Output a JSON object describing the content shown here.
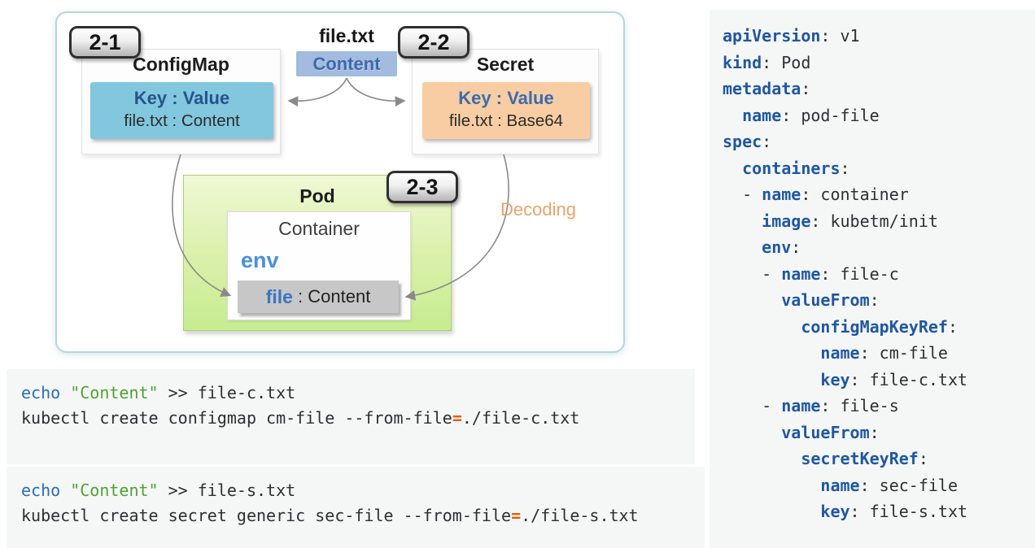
{
  "diagram": {
    "badge_21": "2-1",
    "badge_22": "2-2",
    "badge_23": "2-3",
    "file_label": "file.txt",
    "content_ribbon": "Content",
    "configmap": {
      "title": "ConfigMap",
      "row1": "Key : Value",
      "row2": "file.txt : Content"
    },
    "secret": {
      "title": "Secret",
      "row1": "Key : Value",
      "row2": "file.txt : Base64"
    },
    "pod": {
      "title": "Pod",
      "container_title": "Container",
      "env_label": "env",
      "file_key": "file",
      "file_rest": " : Content"
    },
    "decoding_label": "Decoding"
  },
  "shell_blocks": [
    {
      "lines": [
        [
          {
            "t": "echo",
            "c": "kw"
          },
          {
            "t": " ",
            "c": "plain"
          },
          {
            "t": "\"Content\"",
            "c": "str"
          },
          {
            "t": " >> file-c.txt",
            "c": "plain"
          }
        ],
        [
          {
            "t": "kubectl create configmap cm-file --from-file",
            "c": "plain"
          },
          {
            "t": "=",
            "c": "op"
          },
          {
            "t": "./file-c.txt",
            "c": "plain"
          }
        ]
      ]
    },
    {
      "lines": [
        [
          {
            "t": "echo",
            "c": "kw"
          },
          {
            "t": " ",
            "c": "plain"
          },
          {
            "t": "\"Content\"",
            "c": "str"
          },
          {
            "t": " >> file-s.txt",
            "c": "plain"
          }
        ],
        [
          {
            "t": "kubectl create secret generic sec-file --from-file",
            "c": "plain"
          },
          {
            "t": "=",
            "c": "op"
          },
          {
            "t": "./file-s.txt",
            "c": "plain"
          }
        ]
      ]
    }
  ],
  "yaml_block": {
    "lines": [
      [
        {
          "t": "apiVersion",
          "c": "key"
        },
        {
          "t": ": v1",
          "c": "plain"
        }
      ],
      [
        {
          "t": "kind",
          "c": "key"
        },
        {
          "t": ": Pod",
          "c": "plain"
        }
      ],
      [
        {
          "t": "metadata",
          "c": "key"
        },
        {
          "t": ":",
          "c": "plain"
        }
      ],
      [
        {
          "t": "  ",
          "c": "plain"
        },
        {
          "t": "name",
          "c": "key"
        },
        {
          "t": ": pod-file",
          "c": "plain"
        }
      ],
      [
        {
          "t": "spec",
          "c": "key"
        },
        {
          "t": ":",
          "c": "plain"
        }
      ],
      [
        {
          "t": "  ",
          "c": "plain"
        },
        {
          "t": "containers",
          "c": "key"
        },
        {
          "t": ":",
          "c": "plain"
        }
      ],
      [
        {
          "t": "  - ",
          "c": "plain"
        },
        {
          "t": "name",
          "c": "key"
        },
        {
          "t": ": container",
          "c": "plain"
        }
      ],
      [
        {
          "t": "    ",
          "c": "plain"
        },
        {
          "t": "image",
          "c": "key"
        },
        {
          "t": ": kubetm/init",
          "c": "plain"
        }
      ],
      [
        {
          "t": "    ",
          "c": "plain"
        },
        {
          "t": "env",
          "c": "key"
        },
        {
          "t": ":",
          "c": "plain"
        }
      ],
      [
        {
          "t": "    - ",
          "c": "plain"
        },
        {
          "t": "name",
          "c": "key"
        },
        {
          "t": ": file-c",
          "c": "plain"
        }
      ],
      [
        {
          "t": "      ",
          "c": "plain"
        },
        {
          "t": "valueFrom",
          "c": "key"
        },
        {
          "t": ":",
          "c": "plain"
        }
      ],
      [
        {
          "t": "        ",
          "c": "plain"
        },
        {
          "t": "configMapKeyRef",
          "c": "key"
        },
        {
          "t": ":",
          "c": "plain"
        }
      ],
      [
        {
          "t": "          ",
          "c": "plain"
        },
        {
          "t": "name",
          "c": "key"
        },
        {
          "t": ": cm-file",
          "c": "plain"
        }
      ],
      [
        {
          "t": "          ",
          "c": "plain"
        },
        {
          "t": "key",
          "c": "key"
        },
        {
          "t": ": file-c.txt",
          "c": "plain"
        }
      ],
      [
        {
          "t": "    - ",
          "c": "plain"
        },
        {
          "t": "name",
          "c": "key"
        },
        {
          "t": ": file-s",
          "c": "plain"
        }
      ],
      [
        {
          "t": "      ",
          "c": "plain"
        },
        {
          "t": "valueFrom",
          "c": "key"
        },
        {
          "t": ":",
          "c": "plain"
        }
      ],
      [
        {
          "t": "        ",
          "c": "plain"
        },
        {
          "t": "secretKeyRef",
          "c": "key"
        },
        {
          "t": ":",
          "c": "plain"
        }
      ],
      [
        {
          "t": "          ",
          "c": "plain"
        },
        {
          "t": "name",
          "c": "key"
        },
        {
          "t": ": sec-file",
          "c": "plain"
        }
      ],
      [
        {
          "t": "          ",
          "c": "plain"
        },
        {
          "t": "key",
          "c": "key"
        },
        {
          "t": ": file-s.txt",
          "c": "plain"
        }
      ]
    ]
  },
  "colors": {
    "diagram_border": "#b5d6da",
    "configmap_fill": "#82c7de",
    "secret_fill": "#f9cda3",
    "content_ribbon_fill": "#a3bbde",
    "pod_fill": "#d9f0a8",
    "env_file_blue": "#4a90d8",
    "file_box_fill": "#c7c7c7",
    "decoding_orange": "#e9a26d",
    "yaml_key_blue": "#2057a0",
    "shell_keyword_blue": "#2a6cb4",
    "shell_string_green": "#50a231",
    "shell_operator_orange": "#e8590c",
    "code_background": "#f5f7f7",
    "arrow_gray": "#8a8a8a"
  }
}
